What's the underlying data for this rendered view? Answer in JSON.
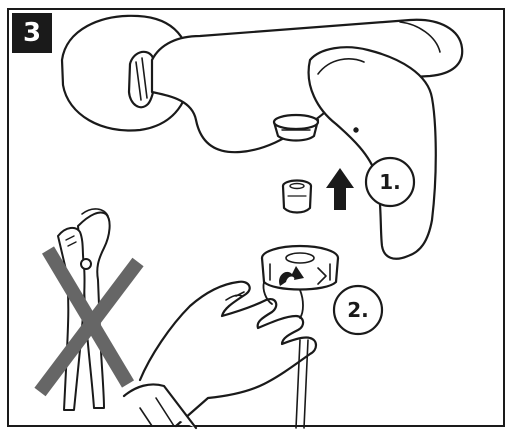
{
  "step": {
    "number": "3"
  },
  "callouts": [
    {
      "label": "1."
    },
    {
      "label": "2."
    }
  ],
  "icons": {
    "arrow": "up-arrow-icon",
    "prohibited_tool": "crossed-out-pliers-icon"
  },
  "colors": {
    "line": "#1a1a1a",
    "cross": "#666666",
    "badge_bg": "#1a1a1a",
    "badge_text": "#ffffff"
  }
}
